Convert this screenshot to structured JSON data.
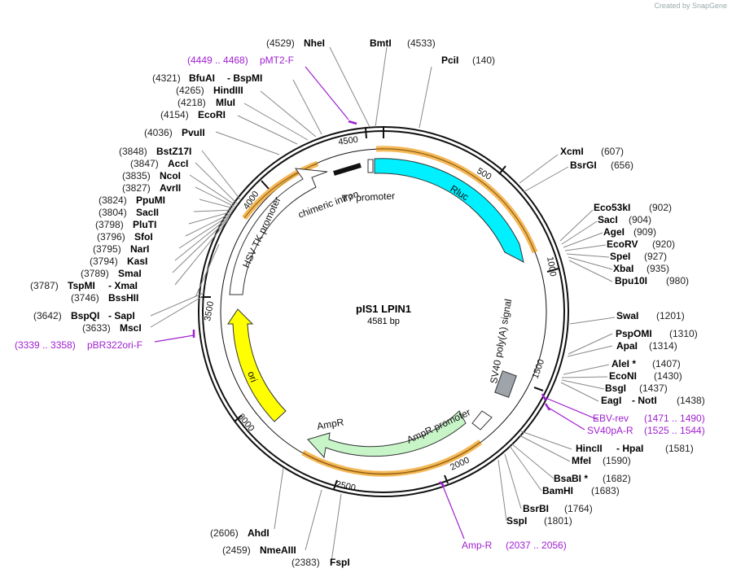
{
  "credit": "Created by SnapGene",
  "plasmid": {
    "name": "pIS1 LPIN1",
    "length": "4581 bp"
  },
  "ticks": [
    "500",
    "1000",
    "1500",
    "2000",
    "2500",
    "3000",
    "3500",
    "4000",
    "4500"
  ],
  "features": {
    "rluc": "Rluc",
    "t7": "T7 promoter",
    "chimeric": "chimeric intron",
    "hsv": "HSV TK promoter",
    "ori": "ori",
    "ampr": "AmpR",
    "ampr_promoter": "AmpR promoter",
    "sv40": "SV40 poly(A) signal"
  },
  "sites": {
    "nhei_n": "NheI",
    "nhei_p": "(4529)",
    "bmti_n": "BmtI",
    "bmti_p": "(4533)",
    "pcii_n": "PciI",
    "pcii_p": "(140)",
    "bfuai_n": "BfuAI",
    "bspmi_n": "- BspMI",
    "bfuai_p": "(4321)",
    "hindiii_n": "HindIII",
    "hindiii_p": "(4265)",
    "mlui_n": "MluI",
    "mlui_p": "(4218)",
    "ecori_n": "EcoRI",
    "ecori_p": "(4154)",
    "pvuii_n": "PvuII",
    "pvuii_p": "(4036)",
    "bstz17i_n": "BstZ17I",
    "bstz17i_p": "(3848)",
    "acci_n": "AccI",
    "acci_p": "(3847)",
    "ncoi_n": "NcoI",
    "ncoi_p": "(3835)",
    "avrii_n": "AvrII",
    "avrii_p": "(3827)",
    "ppumi_n": "PpuMI",
    "ppumi_p": "(3824)",
    "sacii_n": "SacII",
    "sacii_p": "(3804)",
    "pluti_n": "PluTI",
    "pluti_p": "(3798)",
    "sfoi_n": "SfoI",
    "sfoi_p": "(3796)",
    "nari_n": "NarI",
    "nari_p": "(3795)",
    "kasi_n": "KasI",
    "kasi_p": "(3794)",
    "smai_n": "SmaI",
    "smai_p": "(3789)",
    "tspmi_n": "TspMI",
    "xmai_n": "- XmaI",
    "tspmi_p": "(3787)",
    "bsshii_n": "BssHII",
    "bsshii_p": "(3746)",
    "bspqi_n": "BspQI",
    "sapi_n": "- SapI",
    "bspqi_p": "(3642)",
    "msci_n": "MscI",
    "msci_p": "(3633)",
    "xcmi_n": "XcmI",
    "xcmi_p": "(607)",
    "bsrgi_n": "BsrGI",
    "bsrgi_p": "(656)",
    "eco53ki_n": "Eco53kI",
    "eco53ki_p": "(902)",
    "saci_n": "SacI",
    "saci_p": "(904)",
    "agei_n": "AgeI",
    "agei_p": "(909)",
    "ecorv_n": "EcoRV",
    "ecorv_p": "(920)",
    "spei_n": "SpeI",
    "spei_p": "(927)",
    "xbai_n": "XbaI",
    "xbai_p": "(935)",
    "bpu10i_n": "Bpu10I",
    "bpu10i_p": "(980)",
    "swai_n": "SwaI",
    "swai_p": "(1201)",
    "pspomi_n": "PspOMI",
    "pspomi_p": "(1310)",
    "apai_n": "ApaI",
    "apai_p": "(1314)",
    "alei_n": "AleI *",
    "alei_p": "(1407)",
    "econi_n": "EcoNI",
    "econi_p": "(1430)",
    "bsgi_n": "BsgI",
    "bsgi_p": "(1437)",
    "eagi_n": "EagI",
    "noti_n": "- NotI",
    "eagi_p": "(1438)",
    "hincii_n": "HincII",
    "hpai_n": "- HpaI",
    "hincii_p": "(1581)",
    "mfei_n": "MfeI",
    "mfei_p": "(1590)",
    "bsabi_n": "BsaBI *",
    "bsabi_p": "(1682)",
    "bamhi_n": "BamHI",
    "bamhi_p": "(1683)",
    "bsrbi_n": "BsrBI",
    "bsrbi_p": "(1764)",
    "sspi_n": "SspI",
    "sspi_p": "(1801)",
    "ahdi_n": "AhdI",
    "ahdi_p": "(2606)",
    "nmeaiii_n": "NmeAIII",
    "nmeaiii_p": "(2459)",
    "fspi_n": "FspI",
    "fspi_p": "(2383)"
  },
  "primers": {
    "pmt2f_r": "(4449 .. 4468)",
    "pmt2f_n": "pMT2-F",
    "pbr_r": "(3339 .. 3358)",
    "pbr_n": "pBR322ori-F",
    "ebv_n": "EBV-rev",
    "ebv_r": "(1471 .. 1490)",
    "sv40pa_n": "SV40pA-R",
    "sv40pa_r": "(1525 .. 1544)",
    "ampr_n": "Amp-R",
    "ampr_r": "(2037 .. 2056)"
  },
  "colors": {
    "rluc": "#00f0ff",
    "ori": "#ffff00",
    "ampr": "#c8f5c8",
    "primer": "#a020d0",
    "orf": "#f0a020"
  }
}
